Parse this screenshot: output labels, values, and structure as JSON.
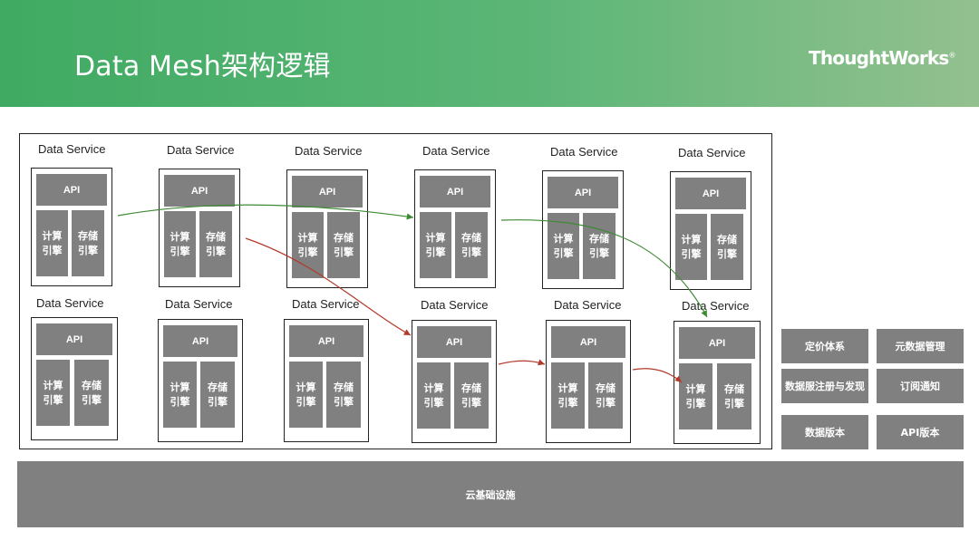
{
  "header": {
    "title": "Data Mesh架构逻辑",
    "logo": "ThoughtWorks",
    "logo_mark": "®"
  },
  "services": {
    "label": "Data Service",
    "api_label": "API",
    "compute_label": "计算\n引擎",
    "storage_label": "存储\n引擎"
  },
  "features": [
    "定价体系",
    "元数据管理",
    "数据服注册与发现",
    "订阅通知",
    "数据版本",
    "API版本"
  ],
  "infrastructure": "云基础设施",
  "colors": {
    "header_green": "#3faa62",
    "box_gray": "#808080",
    "arrow_green": "#3d8a34",
    "arrow_red": "#b23a2a"
  }
}
